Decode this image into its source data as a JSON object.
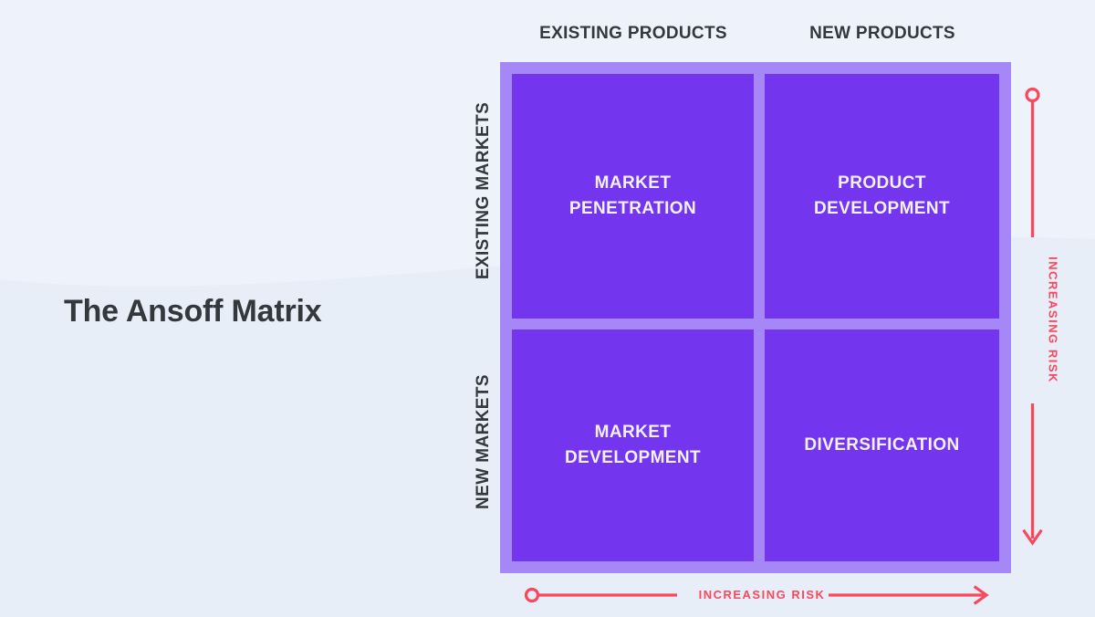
{
  "page": {
    "title": "The Ansoff Matrix",
    "background_color": "#e8eef7",
    "wave_color": "#eef3fb"
  },
  "matrix": {
    "frame_color": "#a687f7",
    "quadrant_color": "#7335ee",
    "quadrant_text_color": "#f4f1ff",
    "header_text_color": "#32383c",
    "column_headers": [
      {
        "label": "EXISTING PRODUCTS"
      },
      {
        "label": "NEW PRODUCTS"
      }
    ],
    "row_headers": [
      {
        "label": "EXISTING MARKETS"
      },
      {
        "label": "NEW MARKETS"
      }
    ],
    "quadrants": [
      {
        "id": "market-penetration",
        "label": "MARKET\nPENETRATION",
        "row": "EXISTING MARKETS",
        "column": "EXISTING PRODUCTS"
      },
      {
        "id": "product-development",
        "label": "PRODUCT\nDEVELOPMENT",
        "row": "EXISTING MARKETS",
        "column": "NEW PRODUCTS"
      },
      {
        "id": "market-development",
        "label": "MARKET\nDEVELOPMENT",
        "row": "NEW MARKETS",
        "column": "EXISTING PRODUCTS"
      },
      {
        "id": "diversification",
        "label": "DIVERSIFICATION",
        "row": "NEW MARKETS",
        "column": "NEW PRODUCTS"
      }
    ]
  },
  "axes": {
    "accent_color": "#f8485e",
    "vertical": {
      "label": "INCREASING RISK",
      "start_marker": "circle",
      "end_marker": "arrowhead",
      "direction": "downward"
    },
    "horizontal": {
      "label": "INCREASING RISK",
      "start_marker": "circle",
      "end_marker": "arrowhead",
      "direction": "rightward"
    }
  }
}
